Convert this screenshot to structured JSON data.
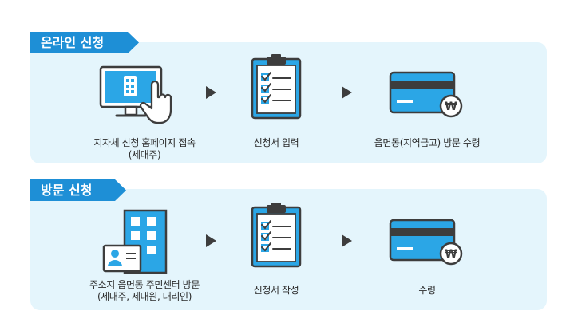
{
  "online": {
    "title": "온라인 신청",
    "steps": [
      {
        "line1": "지자체 신청 홈페이지 접속",
        "line2": "(세대주)",
        "icon": "computer-click-icon"
      },
      {
        "line1": "신청서 입력",
        "icon": "clipboard-checklist-icon"
      },
      {
        "line1": "읍면동(지역금고) 방문 수령",
        "icon": "card-won-icon"
      }
    ]
  },
  "visit": {
    "title": "방문 신청",
    "steps": [
      {
        "line1": "주소지 읍면동 주민센터 방문",
        "line2": "(세대주, 세대원, 대리인)",
        "icon": "building-idcard-icon"
      },
      {
        "line1": "신청서 작성",
        "icon": "clipboard-checklist-icon"
      },
      {
        "line1": "수령",
        "icon": "card-won-icon"
      }
    ]
  },
  "colors": {
    "panel_bg": "#e4f5fc",
    "tag_blue": "#1e8fd6",
    "icon_blue": "#2ba6e6",
    "icon_dark": "#3d3d3d",
    "arrow": "#3d3d3d"
  }
}
